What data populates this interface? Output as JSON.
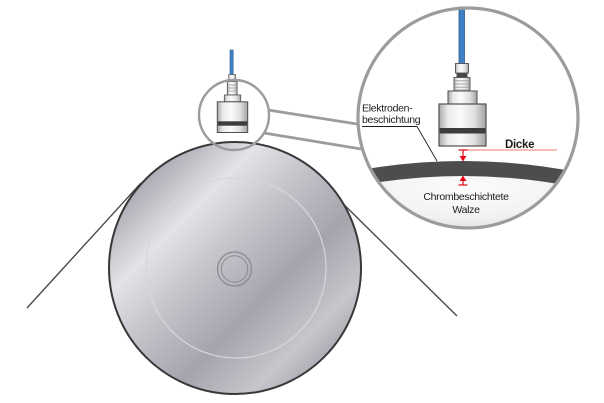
{
  "magnified_view": {
    "label_electrode_coating_line1": "Elektroden-",
    "label_electrode_coating_line2": "beschichtung",
    "label_thickness": "Dicke",
    "label_roller_line1": "Chrombeschichtete",
    "label_roller_line2": "Walze"
  },
  "colors": {
    "accent_red": "#e30613",
    "measure_line": "#f4948c",
    "cable_blue": "#3e82c4",
    "coating_dark": "#4d4d4d",
    "callout_gray": "#9c9c9c",
    "text": "#1d1d1b"
  }
}
